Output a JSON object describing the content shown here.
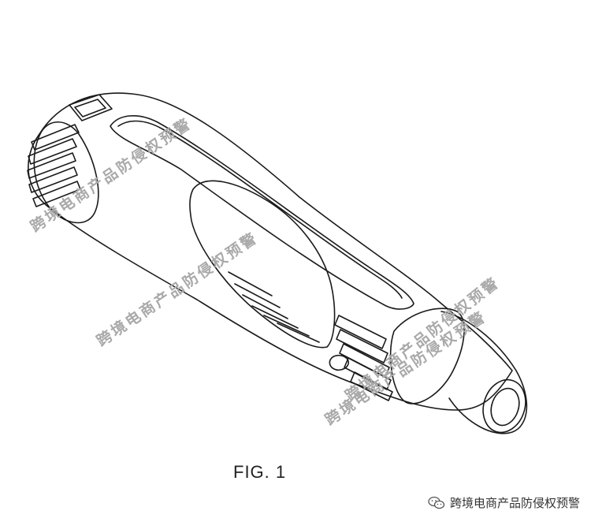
{
  "figure": {
    "caption": "FIG. 1",
    "stroke_color": "#1a1a1a",
    "background_color": "#ffffff"
  },
  "watermarks": [
    "跨境电商产品防侵权预警",
    "跨境电商产品防侵权预警",
    "跨境电商产品防侵权预警",
    "跨境电商产品防侵权预警"
  ],
  "source_credit": {
    "icon": "wechat-icon",
    "text": "跨境电商产品防侵权预警"
  }
}
